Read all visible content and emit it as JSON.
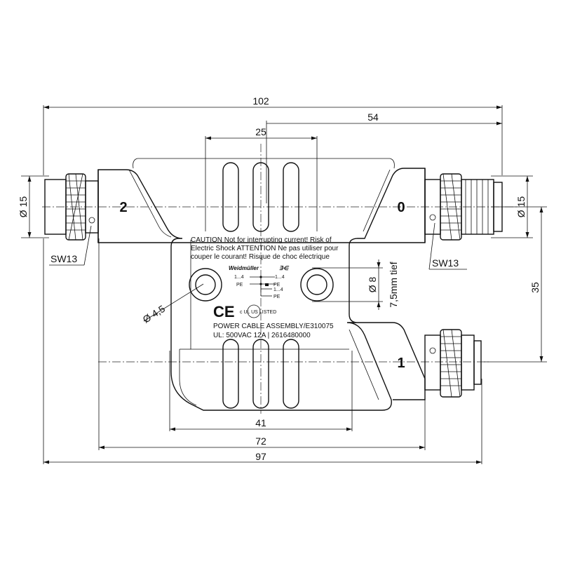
{
  "dimensions": {
    "overall_top": "102",
    "right_offset": "54",
    "slot_width": "25",
    "left_diameter": "Ø 15",
    "right_diameter": "Ø 15",
    "vertical_spacing": "35",
    "hole_diameter": "Ø 4,5",
    "bore_diameter": "Ø 8",
    "bore_depth": "7,5mm tief",
    "width_41": "41",
    "width_72": "72",
    "width_97": "97"
  },
  "ports": {
    "left": "2",
    "right_top": "0",
    "right_bottom": "1"
  },
  "wrench": {
    "left": "SW13",
    "right": "SW13"
  },
  "label": {
    "caution_line1": "CAUTION Not for interrupting current! Risk of",
    "caution_line2": "Electric Shock ATTENTION Ne pas utiliser pour",
    "caution_line3": "couper le courant! Risque de choc électrique",
    "brand": "Weidmüller",
    "brand_symbol": "∃⋲",
    "pin_in": "1...4",
    "pin_out_1": "1...4",
    "pe_1": "PE",
    "pe_2": "PE",
    "pin_out_2": "1...4",
    "pe_3": "PE",
    "ce_mark": "CE",
    "cul_mark": "c UL US LISTED",
    "product_line1": "POWER CABLE ASSEMBLY/E310075",
    "product_line2": "UL: 500VAC 12A | 2616480000"
  }
}
